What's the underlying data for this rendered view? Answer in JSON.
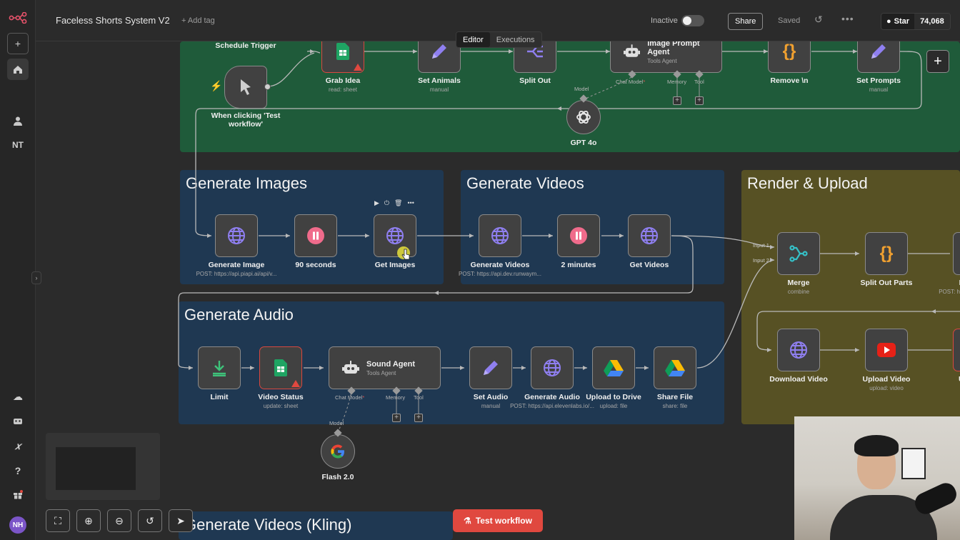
{
  "topbar": {
    "workflow_title": "Faceless Shorts System V2",
    "add_tag": "+ Add tag",
    "status_label": "Inactive",
    "share_label": "Share",
    "saved_label": "Saved",
    "github_star": "Star",
    "github_count": "74,068"
  },
  "tabs": [
    "Editor",
    "Executions"
  ],
  "sidebar": {
    "initials": "NT",
    "avatar": "NH"
  },
  "stickies": {
    "images": "Generate Images",
    "videos": "Generate Videos",
    "render": "Render & Upload",
    "audio": "Generate Audio",
    "kling": "Generate Videos (Kling)"
  },
  "nodes": {
    "schedule_trigger": {
      "label": "Schedule Trigger"
    },
    "manual_trigger": {
      "label": "When clicking 'Test workflow'"
    },
    "grab_idea": {
      "label": "Grab Idea",
      "sub": "read: sheet"
    },
    "set_animals": {
      "label": "Set Animals",
      "sub": "manual"
    },
    "split_out": {
      "label": "Split Out"
    },
    "image_prompt_agent": {
      "title": "Image Prompt Agent",
      "sub": "Tools Agent",
      "port_chat": "Chat Model",
      "port_memory": "Memory",
      "port_tool": "Tool"
    },
    "remove_n": {
      "label": "Remove \\n"
    },
    "set_prompts": {
      "label": "Set Prompts",
      "sub": "manual"
    },
    "gpt4o": {
      "label": "GPT 4o",
      "model_port": "Model"
    },
    "generate_image": {
      "label": "Generate Image",
      "sub": "POST: https://api.piapi.ai/api/v..."
    },
    "wait_90": {
      "label": "90 seconds"
    },
    "get_images": {
      "label": "Get Images"
    },
    "generate_videos": {
      "label": "Generate Videos",
      "sub": "POST: https://api.dev.runwaym..."
    },
    "wait_2": {
      "label": "2 minutes"
    },
    "get_videos": {
      "label": "Get Videos"
    },
    "merge": {
      "label": "Merge",
      "sub": "combine",
      "input1": "Input 1",
      "input2": "Input 2"
    },
    "split_out_parts": {
      "label": "Split Out Parts"
    },
    "render_cut": {
      "label": "Re",
      "sub": "POST: h"
    },
    "download_video": {
      "label": "Download Video"
    },
    "upload_video": {
      "label": "Upload Video",
      "sub": "upload: video"
    },
    "upload_cut": {
      "label": "Up"
    },
    "limit": {
      "label": "Limit"
    },
    "video_status": {
      "label": "Video Status",
      "sub": "update: sheet"
    },
    "sound_agent": {
      "title": "Sound Agent",
      "sub": "Tools Agent",
      "port_chat": "Chat Model",
      "port_memory": "Memory",
      "port_tool": "Tool"
    },
    "set_audio": {
      "label": "Set Audio",
      "sub": "manual"
    },
    "generate_audio": {
      "label": "Generate Audio",
      "sub": "POST: https://api.elevenlabs.io/..."
    },
    "upload_drive": {
      "label": "Upload to Drive",
      "sub": "upload: file"
    },
    "share_file": {
      "label": "Share File",
      "sub": "share: file"
    },
    "flash": {
      "label": "Flash 2.0",
      "model_port": "Model"
    }
  },
  "footer": {
    "test_workflow": "Test workflow"
  },
  "colors": {
    "accent": "#e0483f",
    "sticky_green": "#1f5b3a",
    "sticky_blue": "#1f3852",
    "sticky_olive": "#575124",
    "http_purple": "#8f7ff0"
  }
}
